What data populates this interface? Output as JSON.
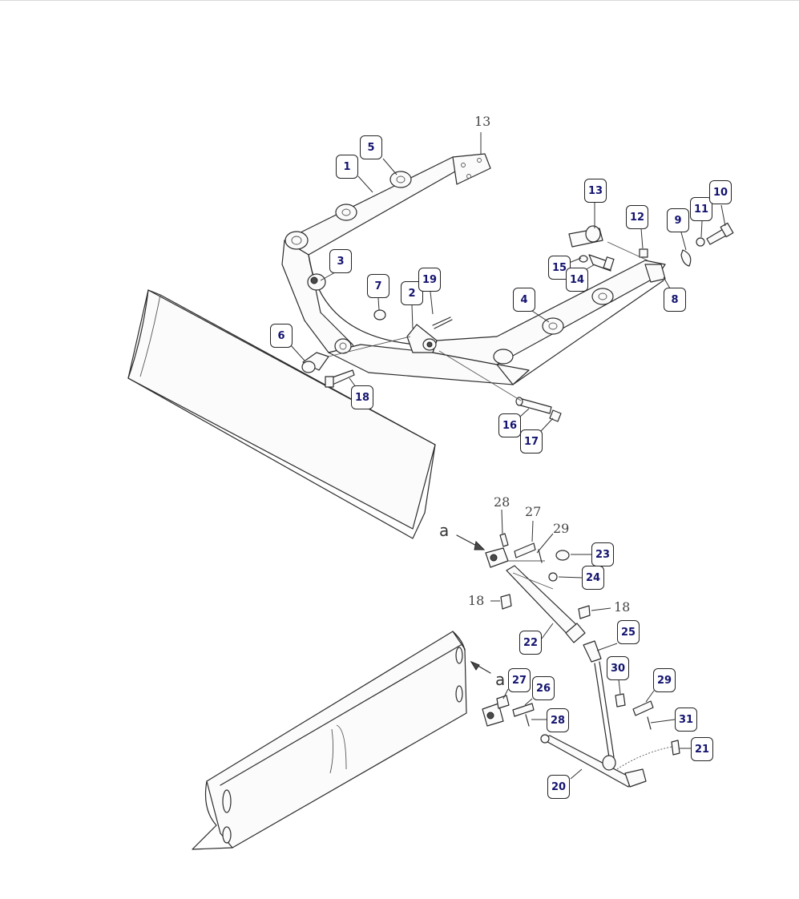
{
  "callouts": [
    {
      "id": "c1",
      "label": "1"
    },
    {
      "id": "c5",
      "label": "5"
    },
    {
      "id": "c13a",
      "label": "13"
    },
    {
      "id": "c12",
      "label": "12"
    },
    {
      "id": "c9",
      "label": "9"
    },
    {
      "id": "c11",
      "label": "11"
    },
    {
      "id": "c10",
      "label": "10"
    },
    {
      "id": "c3",
      "label": "3"
    },
    {
      "id": "c7",
      "label": "7"
    },
    {
      "id": "c2",
      "label": "2"
    },
    {
      "id": "c19",
      "label": "19"
    },
    {
      "id": "c15",
      "label": "15"
    },
    {
      "id": "c14",
      "label": "14"
    },
    {
      "id": "c4",
      "label": "4"
    },
    {
      "id": "c8",
      "label": "8"
    },
    {
      "id": "c6",
      "label": "6"
    },
    {
      "id": "c18",
      "label": "18"
    },
    {
      "id": "c16",
      "label": "16"
    },
    {
      "id": "c17",
      "label": "17"
    },
    {
      "id": "c23",
      "label": "23"
    },
    {
      "id": "c24",
      "label": "24"
    },
    {
      "id": "c22",
      "label": "22"
    },
    {
      "id": "c25",
      "label": "25"
    },
    {
      "id": "c30",
      "label": "30"
    },
    {
      "id": "c29",
      "label": "29"
    },
    {
      "id": "c27",
      "label": "27"
    },
    {
      "id": "c26",
      "label": "26"
    },
    {
      "id": "c28",
      "label": "28"
    },
    {
      "id": "c31",
      "label": "31"
    },
    {
      "id": "c21",
      "label": "21"
    },
    {
      "id": "c20",
      "label": "20"
    }
  ],
  "plain_labels": [
    {
      "id": "p13",
      "label": "13"
    },
    {
      "id": "p28",
      "label": "28"
    },
    {
      "id": "p27",
      "label": "27"
    },
    {
      "id": "p29",
      "label": "29"
    },
    {
      "id": "p18a",
      "label": "18"
    },
    {
      "id": "p18b",
      "label": "18"
    }
  ],
  "view_marks": [
    {
      "id": "a1",
      "label": "a"
    },
    {
      "id": "a2",
      "label": "a"
    }
  ]
}
